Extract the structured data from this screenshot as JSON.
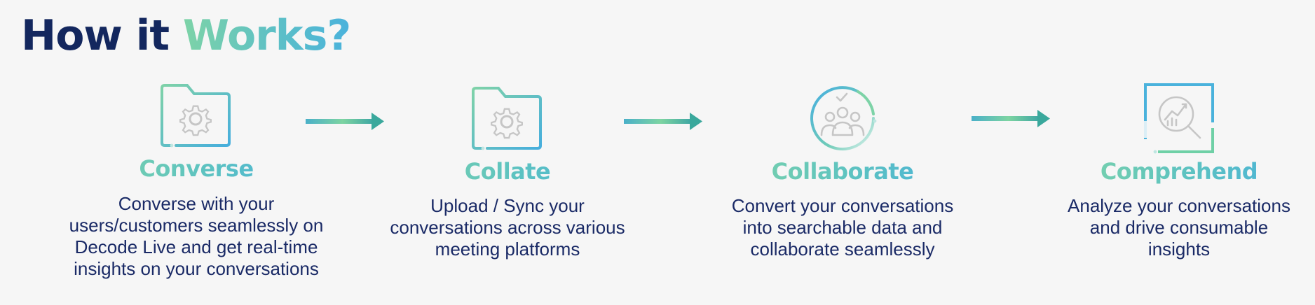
{
  "title": {
    "part1": "How it",
    "part2": "Works?"
  },
  "steps": [
    {
      "name": "Converse",
      "desc_lines": [
        "Converse with your",
        "users/customers seamlessly on",
        "Decode Live and get real-time",
        "insights on your conversations"
      ],
      "icon": "folder-gear-icon"
    },
    {
      "name": "Collate",
      "desc_lines": [
        "Upload / Sync your",
        "conversations across various",
        "meeting platforms"
      ],
      "icon": "folder-gear-icon"
    },
    {
      "name": "Collaborate",
      "desc_lines": [
        "Convert your conversations",
        "into searchable data and",
        "collaborate seamlessly"
      ],
      "icon": "team-check-icon"
    },
    {
      "name": "Comprehend",
      "desc_lines": [
        "Analyze your conversations",
        "and drive consumable",
        "insights"
      ],
      "icon": "chart-magnifier-icon"
    }
  ],
  "colors": {
    "title_dark": "#13275e",
    "accent_green": "#7dd3a7",
    "accent_blue": "#4ab2dc",
    "text": "#1a2a66",
    "background": "#f6f6f6"
  }
}
